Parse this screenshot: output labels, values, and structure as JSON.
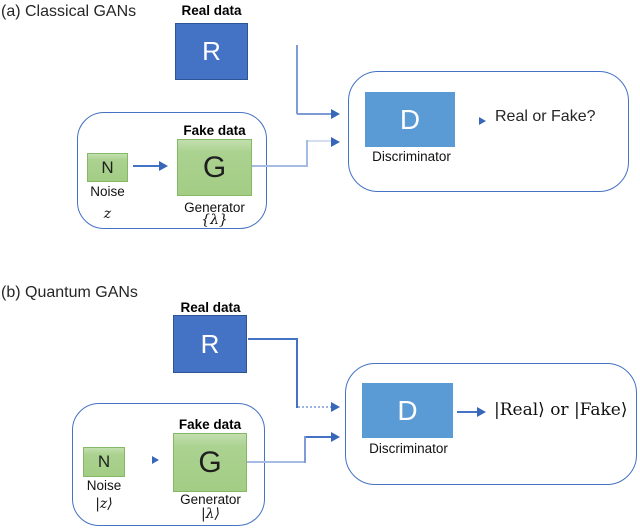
{
  "figure": {
    "type": "two-panel GAN architecture diagram",
    "colors": {
      "real_box_fill": "#4472C4",
      "real_box_border": "#2F5496",
      "discriminator_box_fill": "#5B9BD5",
      "generator_box_fill": "#A9D18E",
      "generator_box_border": "#85B966",
      "container_border": "#4472C4",
      "connector_blue": "#4472C4",
      "connector_light_blue": "#A5BBE5"
    }
  },
  "panel_a": {
    "section_label": "(a) Classical GANs",
    "real_data_label": "Real data",
    "real_box_letter": "R",
    "fake_data_label": "Fake data",
    "noise_box_letter": "N",
    "noise_label": "Noise",
    "noise_param": "z",
    "generator_box_letter": "G",
    "generator_label": "Generator",
    "generator_param": "{λ}",
    "discriminator_box_letter": "D",
    "discriminator_label": "Discriminator",
    "output_label": "Real or Fake?"
  },
  "panel_b": {
    "section_label": "(b) Quantum GANs",
    "real_data_label": "Real data",
    "real_box_letter": "R",
    "fake_data_label": "Fake data",
    "noise_box_letter": "N",
    "noise_label": "Noise",
    "noise_param": "|z⟩",
    "generator_box_letter": "G",
    "generator_label": "Generator",
    "generator_param": "|λ⟩",
    "discriminator_box_letter": "D",
    "discriminator_label": "Discriminator",
    "output_label": "|Real⟩ or |Fake⟩"
  }
}
